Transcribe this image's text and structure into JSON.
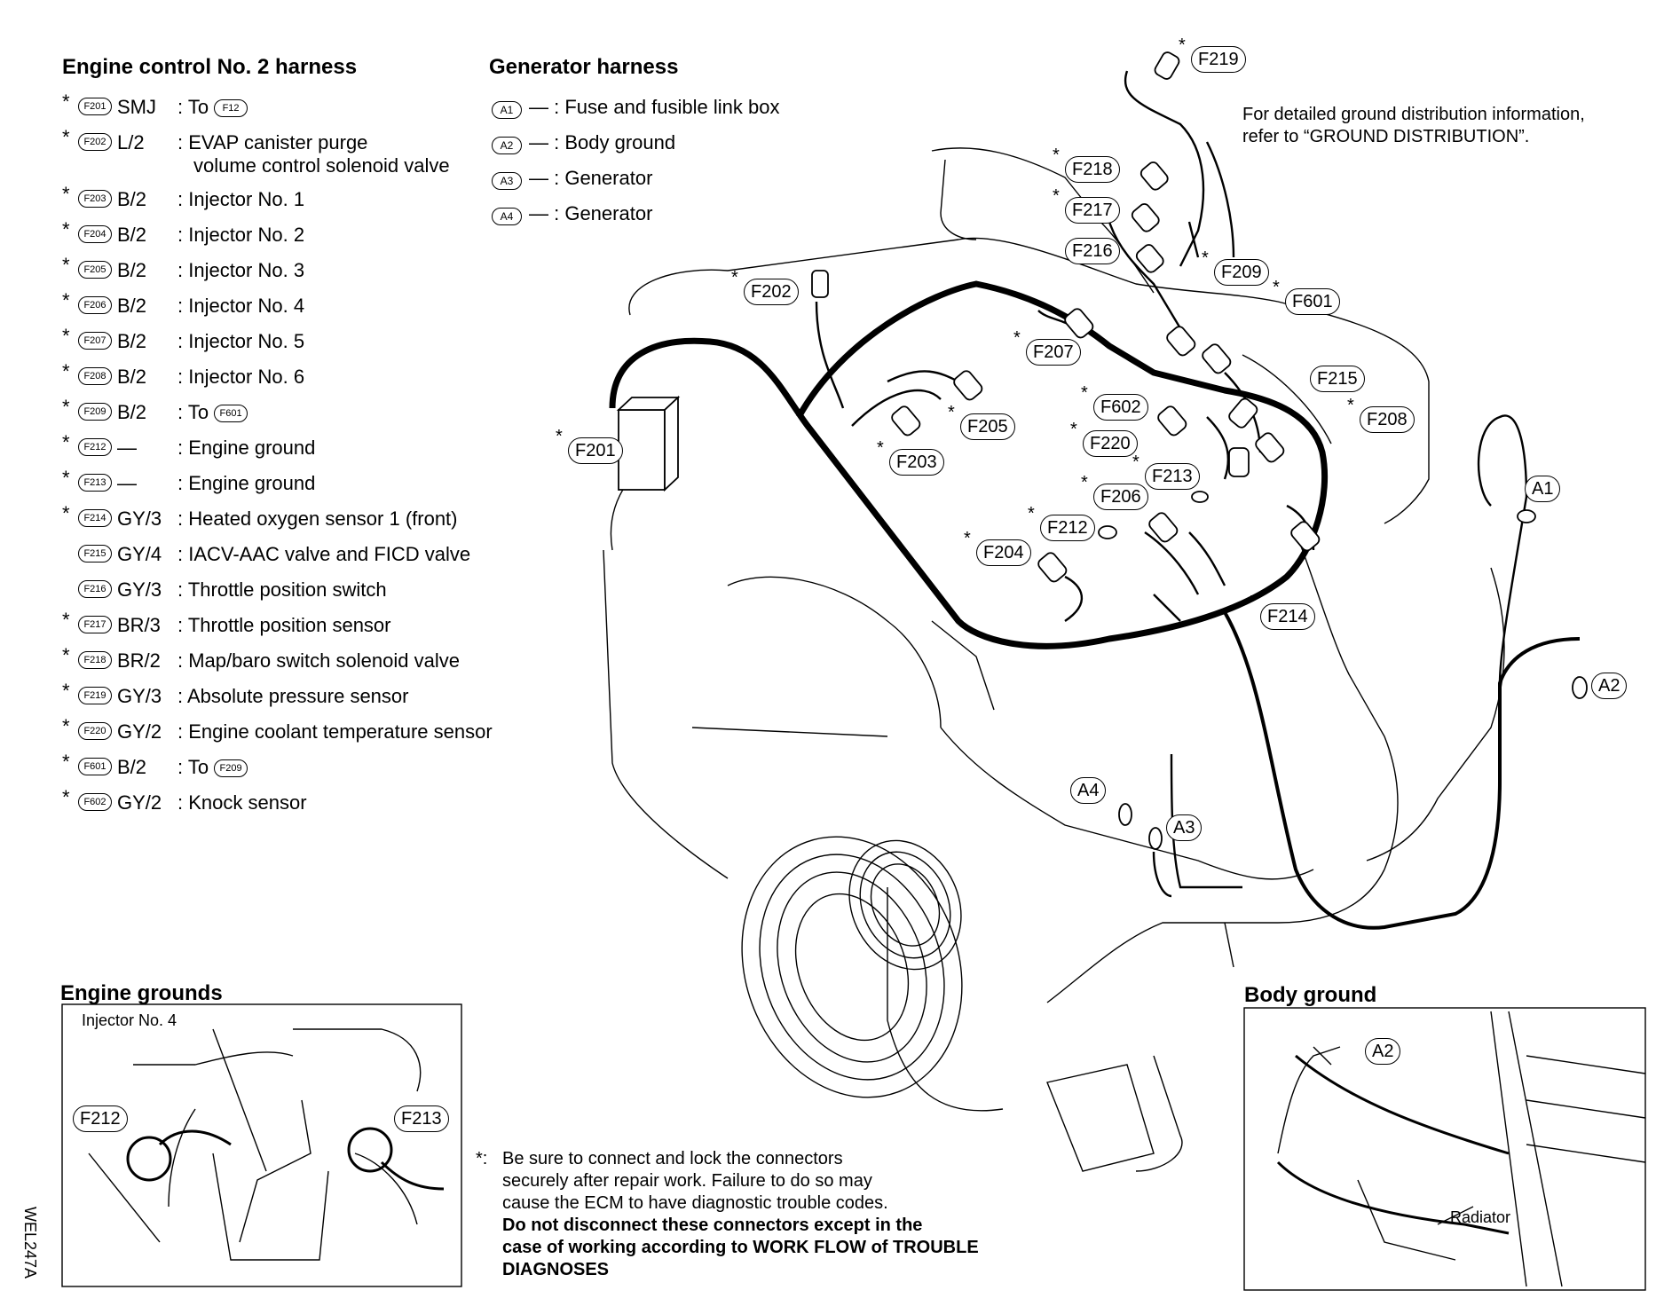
{
  "engine_harness": {
    "title": "Engine control No. 2 harness",
    "rows": [
      {
        "star": "*",
        "pill": "F201",
        "code": "SMJ",
        "desc": ": To",
        "pill2": "F12"
      },
      {
        "star": "*",
        "pill": "F202",
        "code": "L/2",
        "desc": ": EVAP canister purge",
        "desc2": "volume control solenoid valve"
      },
      {
        "star": "*",
        "pill": "F203",
        "code": "B/2",
        "desc": ": Injector No. 1"
      },
      {
        "star": "*",
        "pill": "F204",
        "code": "B/2",
        "desc": ": Injector No. 2"
      },
      {
        "star": "*",
        "pill": "F205",
        "code": "B/2",
        "desc": ": Injector No. 3"
      },
      {
        "star": "*",
        "pill": "F206",
        "code": "B/2",
        "desc": ": Injector No. 4"
      },
      {
        "star": "*",
        "pill": "F207",
        "code": "B/2",
        "desc": ": Injector No. 5"
      },
      {
        "star": "*",
        "pill": "F208",
        "code": "B/2",
        "desc": ": Injector No. 6"
      },
      {
        "star": "*",
        "pill": "F209",
        "code": "B/2",
        "desc": ": To",
        "pill2": "F601"
      },
      {
        "star": "*",
        "pill": "F212",
        "code": "—",
        "desc": ": Engine ground"
      },
      {
        "star": "*",
        "pill": "F213",
        "code": "—",
        "desc": ": Engine ground"
      },
      {
        "star": "*",
        "pill": "F214",
        "code": "GY/3",
        "desc": ": Heated oxygen sensor 1 (front)"
      },
      {
        "star": "",
        "pill": "F215",
        "code": "GY/4",
        "desc": ": IACV-AAC valve and FICD valve"
      },
      {
        "star": "",
        "pill": "F216",
        "code": "GY/3",
        "desc": ": Throttle position switch"
      },
      {
        "star": "*",
        "pill": "F217",
        "code": "BR/3",
        "desc": ": Throttle position sensor"
      },
      {
        "star": "*",
        "pill": "F218",
        "code": "BR/2",
        "desc": ": Map/baro switch solenoid valve"
      },
      {
        "star": "*",
        "pill": "F219",
        "code": "GY/3",
        "desc": ": Absolute pressure sensor"
      },
      {
        "star": "*",
        "pill": "F220",
        "code": "GY/2",
        "desc": ": Engine coolant temperature sensor"
      },
      {
        "star": "*",
        "pill": "F601",
        "code": "B/2",
        "desc": ": To",
        "pill2": "F209"
      },
      {
        "star": "*",
        "pill": "F602",
        "code": "GY/2",
        "desc": ": Knock sensor"
      }
    ]
  },
  "generator_harness": {
    "title": "Generator harness",
    "rows": [
      {
        "pill": "A1",
        "text": "— : Fuse and fusible link box"
      },
      {
        "pill": "A2",
        "text": "— : Body ground"
      },
      {
        "pill": "A3",
        "text": "— : Generator"
      },
      {
        "pill": "A4",
        "text": "— : Generator"
      }
    ]
  },
  "ground_note": {
    "line1": "For detailed ground distribution information,",
    "line2": "refer to “GROUND DISTRIBUTION”."
  },
  "engine_grounds": {
    "title": "Engine grounds",
    "injector_label": "Injector No. 4",
    "left_label": "F212",
    "right_label": "F213"
  },
  "body_ground": {
    "title": "Body ground",
    "label": "A2",
    "radiator": "Radiator"
  },
  "caution": {
    "prefix": "*:",
    "l1": "Be sure to connect and lock the connectors",
    "l2": "securely after repair work. Failure to do so may",
    "l3": "cause the ECM to have diagnostic trouble codes.",
    "b1": "Do not disconnect these connectors except in the",
    "b2": "case of working according to WORK FLOW of TROUBLE",
    "b3": "DIAGNOSES"
  },
  "figure_code": "WEL247A",
  "connectors": [
    {
      "id": "F219",
      "star": true
    },
    {
      "id": "F218",
      "star": true
    },
    {
      "id": "F217",
      "star": true
    },
    {
      "id": "F216",
      "star": false
    },
    {
      "id": "F209",
      "star": true
    },
    {
      "id": "F601",
      "star": true
    },
    {
      "id": "F202",
      "star": true
    },
    {
      "id": "F207",
      "star": true
    },
    {
      "id": "F215",
      "star": false
    },
    {
      "id": "F602",
      "star": true
    },
    {
      "id": "F208",
      "star": true
    },
    {
      "id": "F201",
      "star": true
    },
    {
      "id": "F205",
      "star": true
    },
    {
      "id": "F220",
      "star": true
    },
    {
      "id": "F213",
      "star": true
    },
    {
      "id": "F203",
      "star": true
    },
    {
      "id": "F206",
      "star": true
    },
    {
      "id": "F212",
      "star": true
    },
    {
      "id": "F204",
      "star": true
    },
    {
      "id": "F214",
      "star": true
    },
    {
      "id": "A1",
      "star": false
    },
    {
      "id": "A2",
      "star": false
    },
    {
      "id": "A3",
      "star": false
    },
    {
      "id": "A4",
      "star": false
    }
  ]
}
